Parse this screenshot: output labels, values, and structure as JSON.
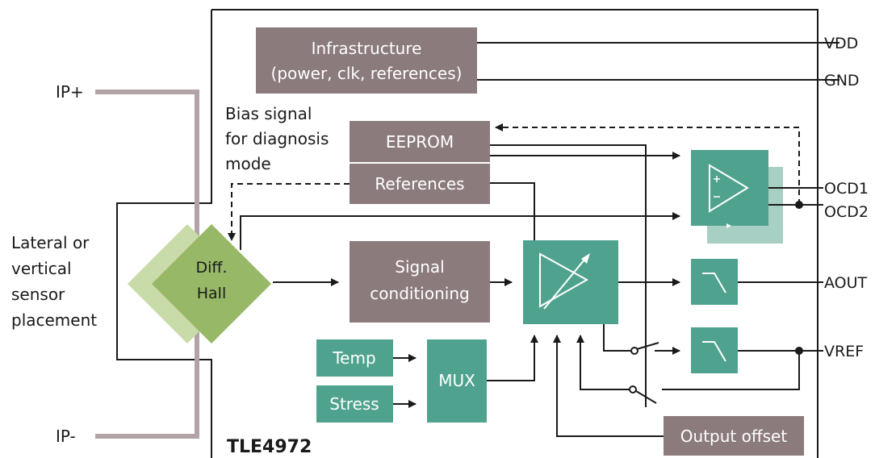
{
  "chip": {
    "name": "TLE4972"
  },
  "blocks": {
    "infrastructure": {
      "line1": "Infrastructure",
      "line2": "(power, clk, references)"
    },
    "eeprom": "EEPROM",
    "references": "References",
    "hall": {
      "line1": "Diff.",
      "line2": "Hall"
    },
    "signal_conditioning": {
      "line1": "Signal",
      "line2": "conditioning"
    },
    "temp": "Temp",
    "stress": "Stress",
    "mux": "MUX",
    "output_offset": "Output offset"
  },
  "labels": {
    "bias": {
      "line1": "Bias signal",
      "line2": "for diagnosis",
      "line3": "mode"
    },
    "placement": {
      "line1": "Lateral or",
      "line2": "vertical",
      "line3": "sensor",
      "line4": "placement"
    }
  },
  "pins": {
    "ip_plus": "IP+",
    "ip_minus": "IP-",
    "vdd": "VDD",
    "gnd": "GND",
    "ocd1": "OCD1",
    "ocd2": "OCD2",
    "aout": "AOUT",
    "vref": "VREF"
  },
  "colors": {
    "block_brown": "#8b7b7d",
    "block_teal": "#4fa38e",
    "teal_shadow": "#a8cfc3",
    "hall_dark": "#97b866",
    "hall_light": "#c8dba8",
    "conductor": "#b2a4a6",
    "line": "#1a1a1a"
  }
}
